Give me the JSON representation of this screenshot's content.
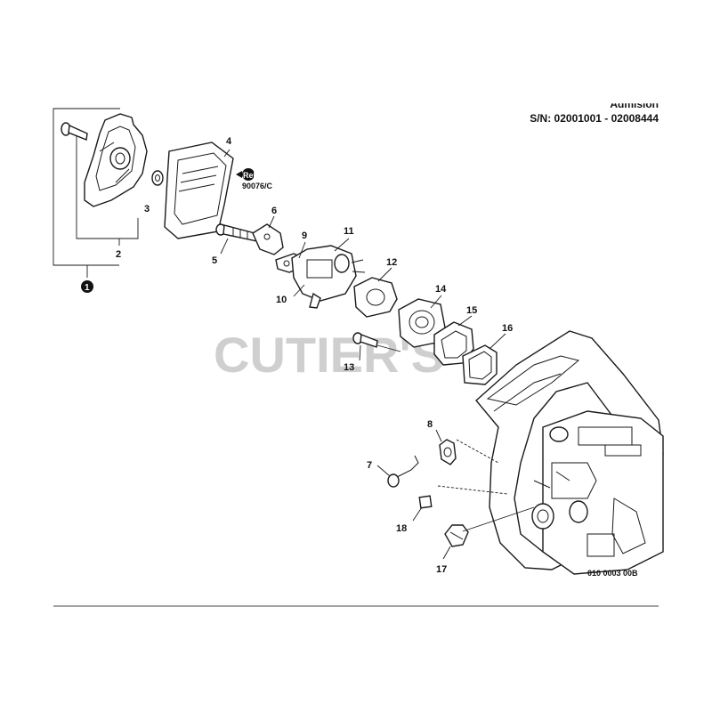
{
  "header": {
    "title": "Admision",
    "serial": "S/N: 02001001 - 02008444"
  },
  "callouts": {
    "c1": "1",
    "c2": "2",
    "c3": "3",
    "c4": "4",
    "c5": "5",
    "c6": "6",
    "c7": "7",
    "c8": "8",
    "c9": "9",
    "c10": "10",
    "c11": "11",
    "c12": "12",
    "c13": "13",
    "c14": "14",
    "c15": "15",
    "c16": "16",
    "c17": "17",
    "c18": "18"
  },
  "repower": {
    "logo": "RePower",
    "code": "90076/C"
  },
  "watermark": "CUTIER'S",
  "figure_code": "010 0003 00B"
}
